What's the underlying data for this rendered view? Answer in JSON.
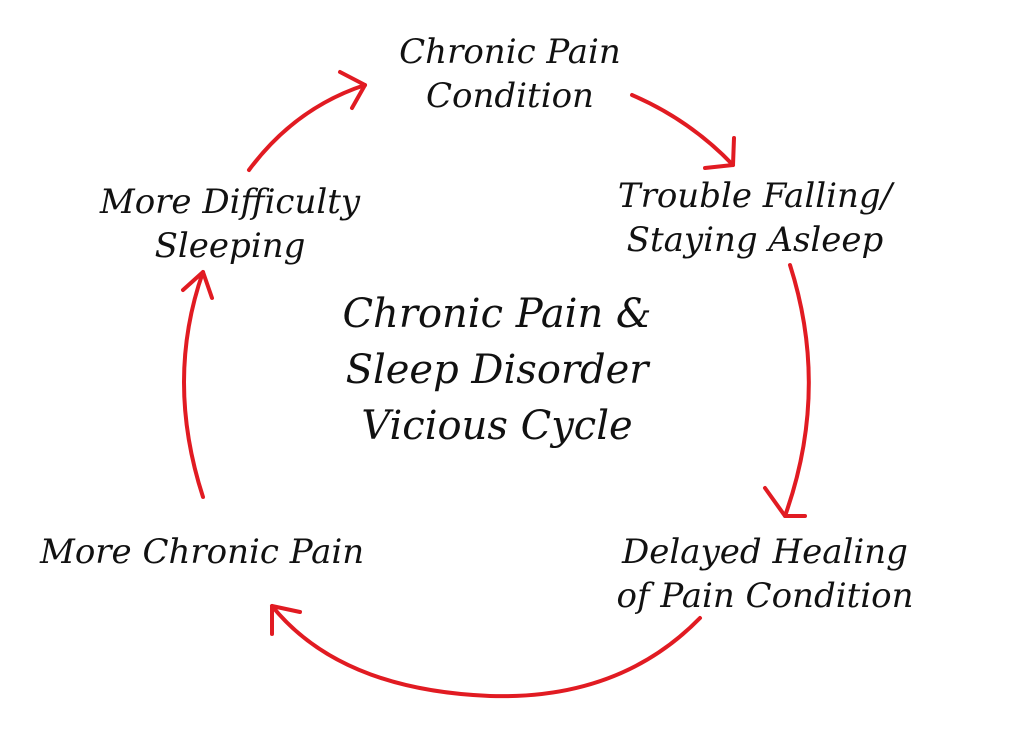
{
  "title": {
    "line1": "Chronic Pain &",
    "line2": "Sleep Disorder",
    "line3": "Vicious Cycle"
  },
  "nodes": [
    {
      "line1": "Chronic Pain",
      "line2": "Condition"
    },
    {
      "line1": "Trouble Falling/",
      "line2": "Staying Asleep"
    },
    {
      "line1": "Delayed Healing",
      "line2": "of Pain Condition"
    },
    {
      "line1": "More Chronic Pain"
    },
    {
      "line1": "More Difficulty",
      "line2": "Sleeping"
    }
  ],
  "colors": {
    "arrow": "#e11b22",
    "text": "#111111",
    "background": "#ffffff"
  }
}
